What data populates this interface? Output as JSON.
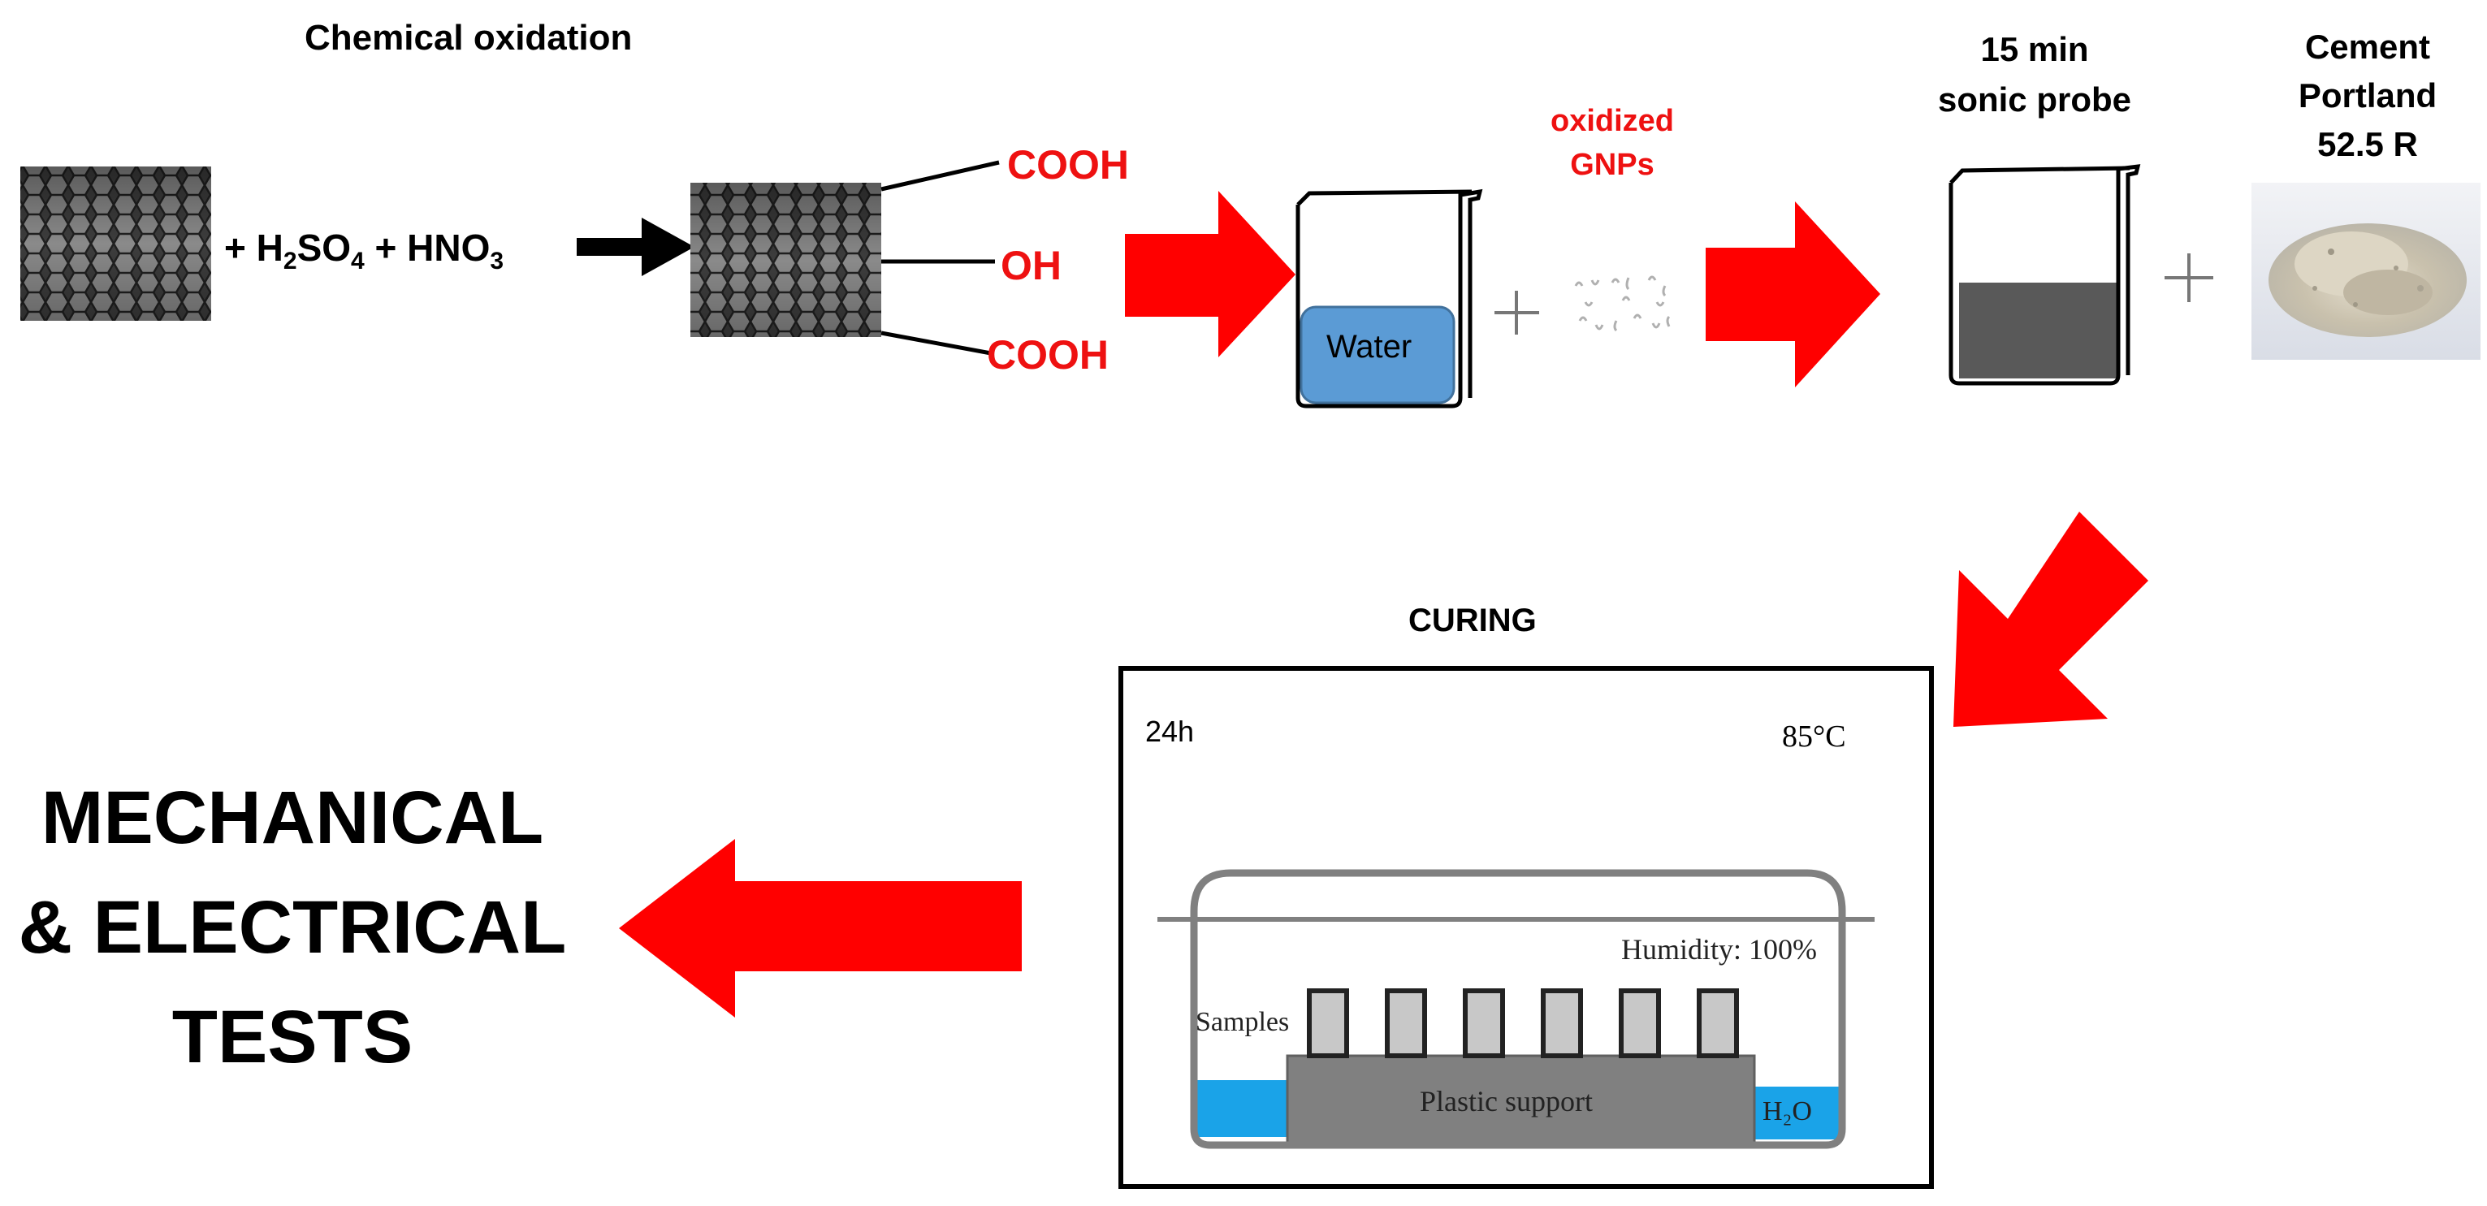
{
  "colors": {
    "arrow": "#ff0000",
    "water": "#5b9bd5",
    "chamber_water": "#1aa3e8",
    "slurry": "#595959",
    "support": "#808080",
    "sample": "#c8c8c8",
    "graphene": "#4a4a4a"
  },
  "icons": [
    "graphene-sheet-icon",
    "beaker-icon",
    "cement-powder-image",
    "flow-arrow-icon"
  ],
  "step1": {
    "title": "Chemical  oxidation",
    "reagent_plus1": "+ H",
    "reagent_sub1": "2",
    "reagent_so": "SO",
    "reagent_sub2": "4",
    "reagent_plus2": " + HNO",
    "reagent_sub3": "3",
    "groups": [
      "COOH",
      "OH",
      "COOH"
    ]
  },
  "step2": {
    "water_label": "Water",
    "plus": "+",
    "gnps_label_line1": "oxidized",
    "gnps_label_line2": "GNPs"
  },
  "step3": {
    "sonic_line1": "15 min",
    "sonic_line2": "sonic probe",
    "plus": "+",
    "cement_line1": "Cement",
    "cement_line2": "Portland",
    "cement_line3": "52.5 R"
  },
  "curing": {
    "title": "CURING",
    "time": "24h",
    "temperature": "85°C",
    "humidity": "Humidity: 100%",
    "samples_label": "Samples",
    "support_label": "Plastic support",
    "water_label": "H₂O"
  },
  "tests": {
    "line1": "MECHANICAL",
    "line2": "& ELECTRICAL",
    "line3": "TESTS"
  }
}
